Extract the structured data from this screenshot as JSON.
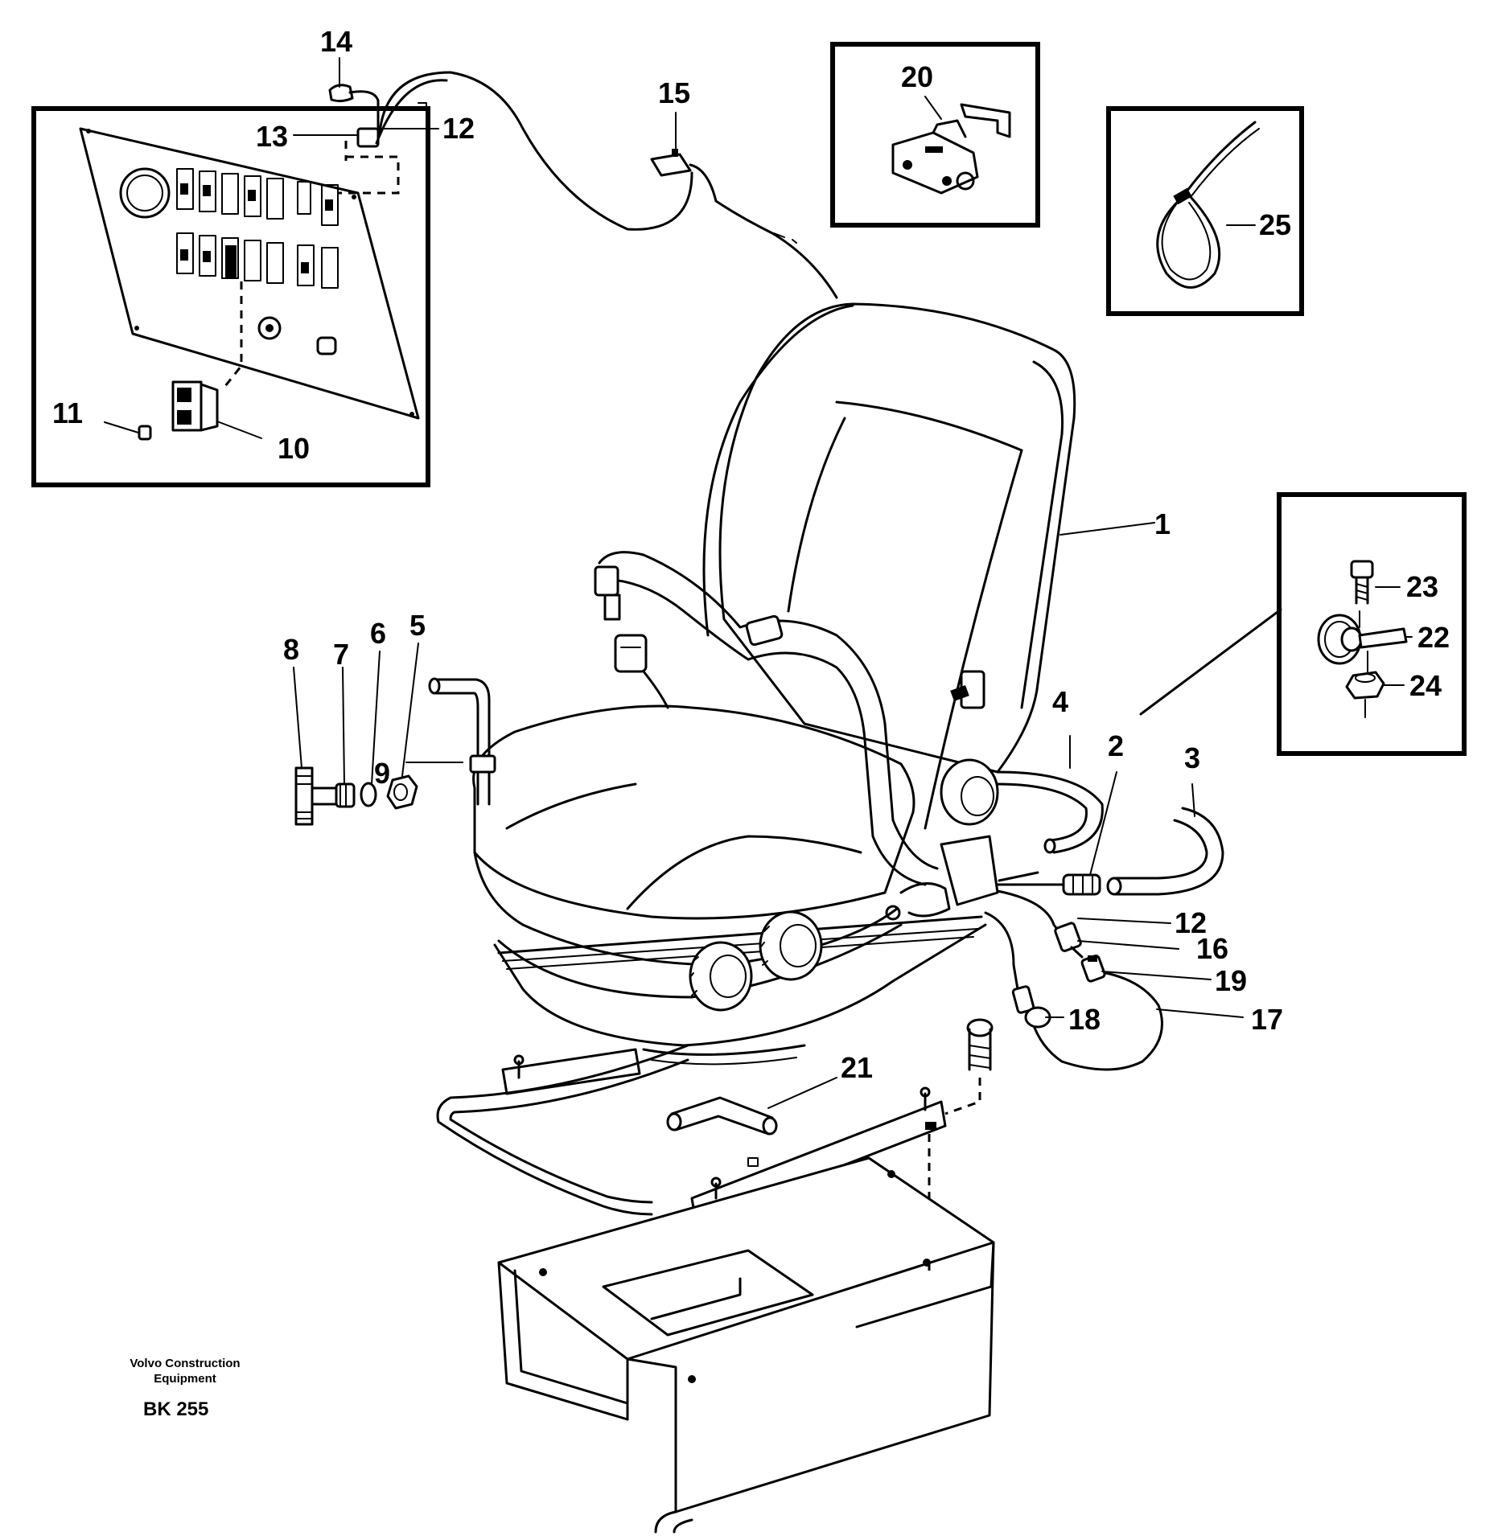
{
  "diagram": {
    "callouts": [
      {
        "id": "c1",
        "label": "1"
      },
      {
        "id": "c2",
        "label": "2"
      },
      {
        "id": "c3",
        "label": "3"
      },
      {
        "id": "c4",
        "label": "4"
      },
      {
        "id": "c5",
        "label": "5"
      },
      {
        "id": "c6",
        "label": "6"
      },
      {
        "id": "c7",
        "label": "7"
      },
      {
        "id": "c8",
        "label": "8"
      },
      {
        "id": "c9",
        "label": "9"
      },
      {
        "id": "c10",
        "label": "10"
      },
      {
        "id": "c11",
        "label": "11"
      },
      {
        "id": "c12a",
        "label": "12"
      },
      {
        "id": "c12b",
        "label": "12"
      },
      {
        "id": "c13",
        "label": "13"
      },
      {
        "id": "c14",
        "label": "14"
      },
      {
        "id": "c15",
        "label": "15"
      },
      {
        "id": "c16",
        "label": "16"
      },
      {
        "id": "c17",
        "label": "17"
      },
      {
        "id": "c18",
        "label": "18"
      },
      {
        "id": "c19",
        "label": "19"
      },
      {
        "id": "c20",
        "label": "20"
      },
      {
        "id": "c21",
        "label": "21"
      },
      {
        "id": "c22",
        "label": "22"
      },
      {
        "id": "c23",
        "label": "23"
      },
      {
        "id": "c24",
        "label": "24"
      },
      {
        "id": "c25",
        "label": "25"
      }
    ],
    "footer": {
      "company_line1": "Volvo Construction",
      "company_line2": "Equipment",
      "drawing_code": "BK 255"
    }
  }
}
